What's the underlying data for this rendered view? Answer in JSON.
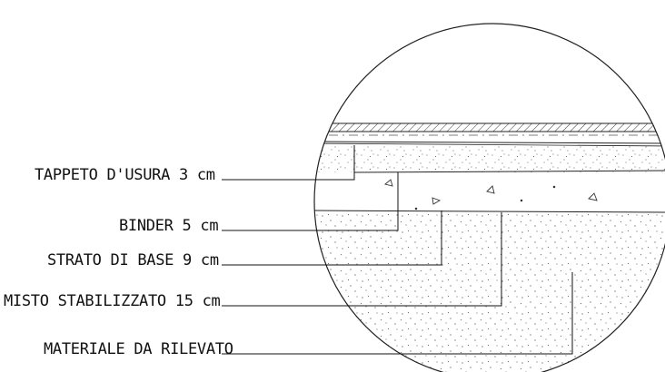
{
  "diagram": {
    "layers": [
      {
        "label": "TAPPETO D'USURA 3 cm"
      },
      {
        "label": "BINDER 5 cm"
      },
      {
        "label": "STRATO DI BASE 9 cm"
      },
      {
        "label": "MISTO STABILIZZATO 15 cm"
      },
      {
        "label": "MATERIALE DA RILEVATO"
      }
    ]
  }
}
